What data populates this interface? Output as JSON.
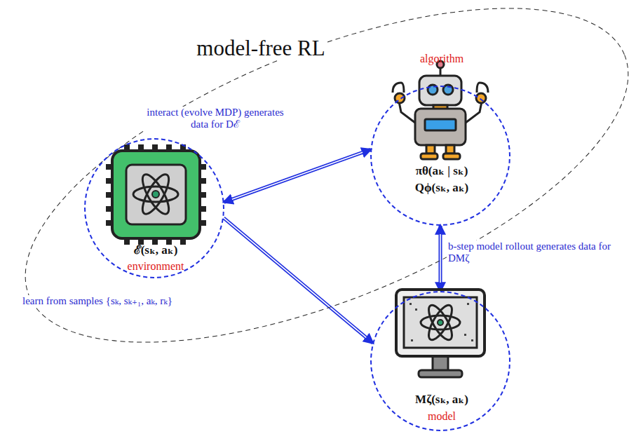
{
  "diagram": {
    "nodes": [
      {
        "text": [
          "model-free RL"
        ]
      },
      {
        "text": [
          "ℰ(sₖ, aₖ)",
          "environment"
        ],
        "in": 0
      },
      {
        "text": [
          "algorithm",
          "πθ(aₖ | sₖ)",
          "Qϕ(sₖ, aₖ)"
        ],
        "in": 0
      },
      {
        "text": [
          "Mζ(sₖ, aₖ)",
          "model"
        ]
      }
    ],
    "edges": [
      {
        "from": 1,
        "to": 2,
        "arrow": "both",
        "label": "interact (evolve MDP) generates data for Dℰ"
      },
      {
        "from": 1,
        "to": 3,
        "arrow": "to",
        "label": "learn from samples {sₖ, sₖ₊₁, aₖ, rₖ}"
      },
      {
        "from": 2,
        "to": 3,
        "arrow": "both",
        "label": "b-step model rollout generates data for DMζ"
      }
    ]
  }
}
